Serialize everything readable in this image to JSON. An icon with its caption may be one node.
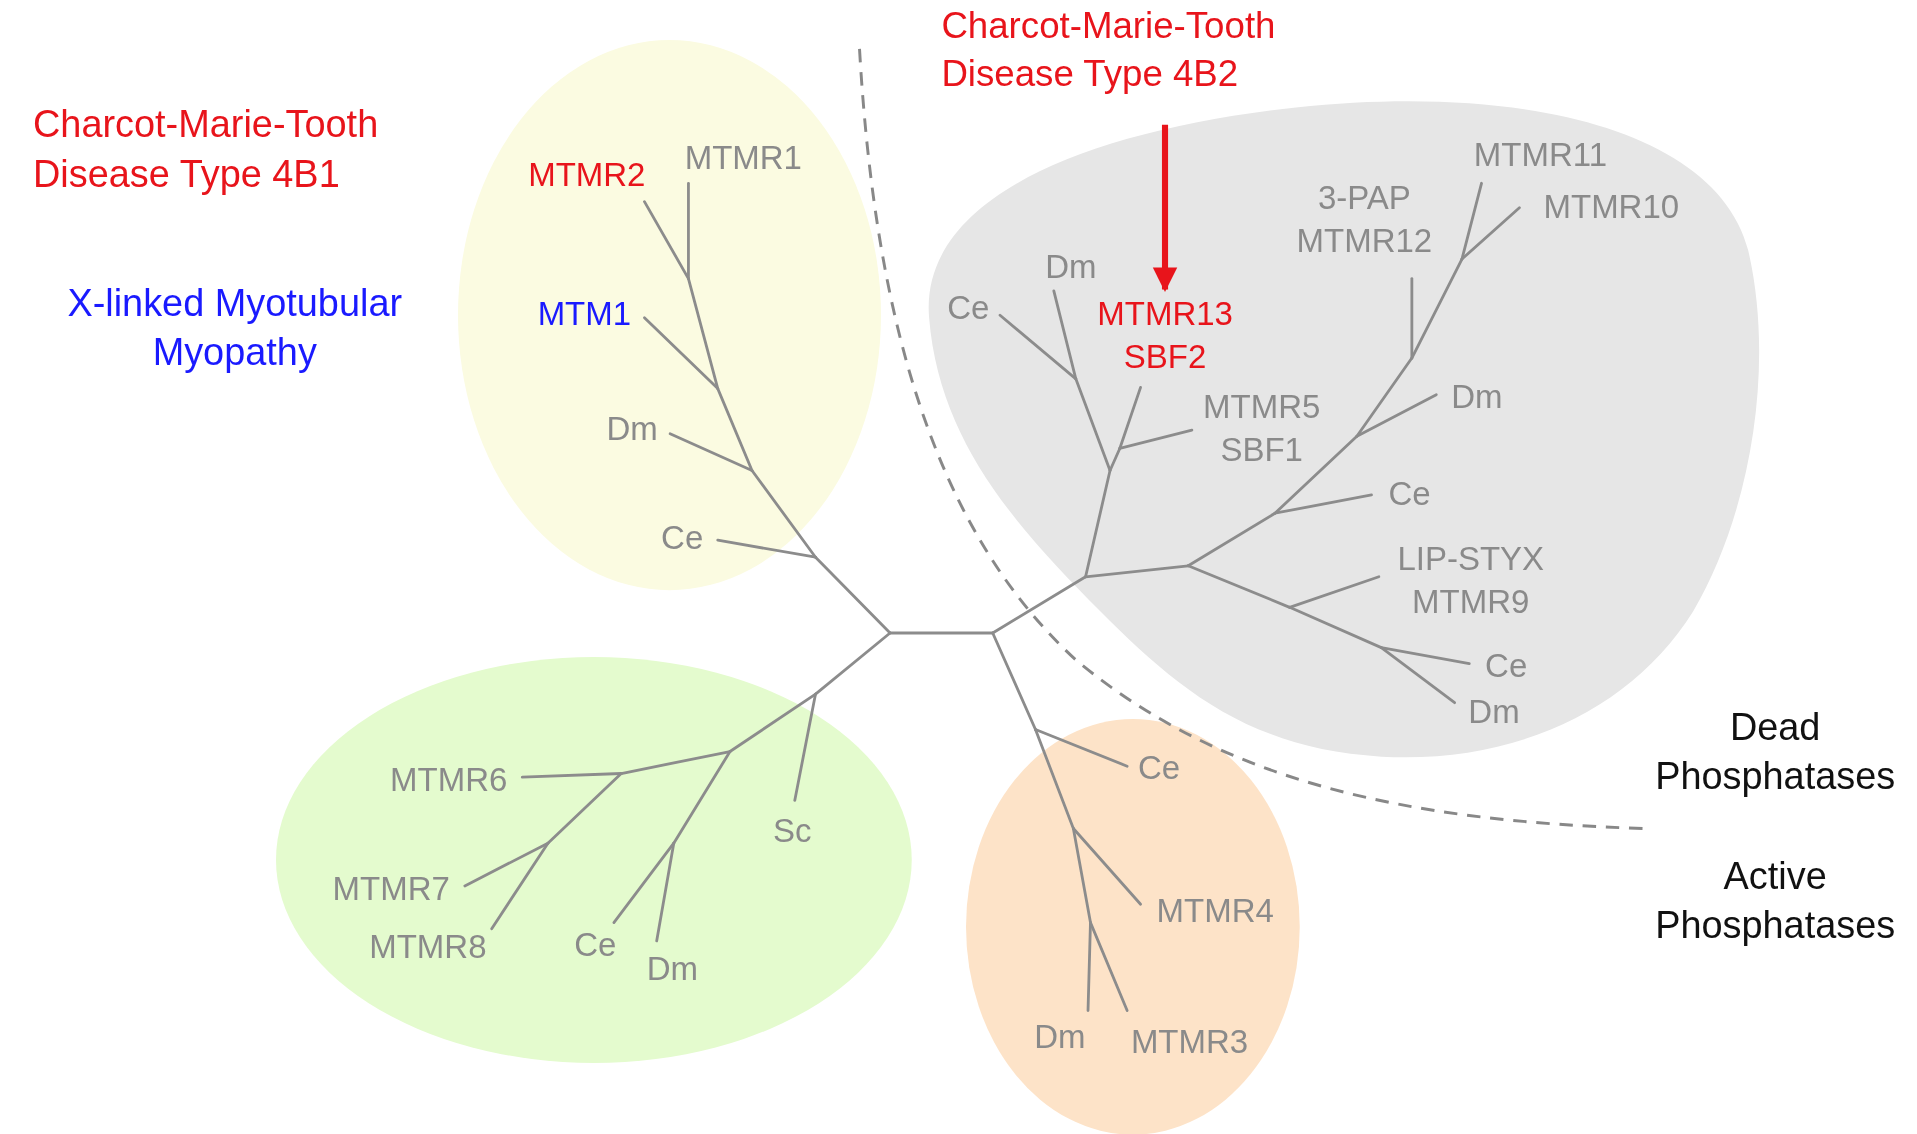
{
  "diagram": {
    "nodes": [
      {
        "text": [],
        "shape": "ellipse"
      },
      {
        "text": [
          "MTMR2"
        ],
        "in": 0
      },
      {
        "text": [
          "MTMR1"
        ],
        "in": 0
      },
      {
        "text": [
          "MTM1"
        ],
        "in": 0
      },
      {
        "text": [
          "Dm"
        ],
        "in": 0
      },
      {
        "text": [
          "Ce"
        ],
        "in": 0
      },
      {
        "text": [],
        "shape": "blob"
      },
      {
        "text": [
          "Dm"
        ],
        "in": 6
      },
      {
        "text": [
          "Ce"
        ],
        "in": 6
      },
      {
        "text": [
          "MTMR13 SBF2"
        ],
        "in": 6
      },
      {
        "text": [
          "MTMR5 SBF1"
        ],
        "in": 6
      },
      {
        "text": [
          "3-PAP MTMR12"
        ],
        "in": 6
      },
      {
        "text": [
          "MTMR11"
        ],
        "in": 6
      },
      {
        "text": [
          "MTMR10"
        ],
        "in": 6
      },
      {
        "text": [
          "Dm"
        ],
        "in": 6
      },
      {
        "text": [
          "Ce"
        ],
        "in": 6
      },
      {
        "text": [
          "LIP-STYX MTMR9"
        ],
        "in": 6
      },
      {
        "text": [
          "Ce"
        ],
        "in": 6
      },
      {
        "text": [
          "Dm"
        ],
        "in": 6
      },
      {
        "text": [],
        "shape": "ellipse"
      },
      {
        "text": [
          "MTMR6"
        ],
        "in": 19
      },
      {
        "text": [
          "MTMR7"
        ],
        "in": 19
      },
      {
        "text": [
          "MTMR8"
        ],
        "in": 19
      },
      {
        "text": [
          "Ce"
        ],
        "in": 19
      },
      {
        "text": [
          "Dm"
        ],
        "in": 19
      },
      {
        "text": [
          "Sc"
        ],
        "in": 19
      },
      {
        "text": [],
        "shape": "ellipse"
      },
      {
        "text": [
          "Ce"
        ],
        "in": 26
      },
      {
        "text": [
          "MTMR4"
        ],
        "in": 26
      },
      {
        "text": [
          "Dm"
        ],
        "in": 26
      },
      {
        "text": [
          "MTMR3"
        ],
        "in": 26
      },
      {
        "text": [
          "Charcot-Marie-Tooth Disease Type 4B2"
        ]
      }
    ],
    "edges": [
      {
        "from": 31,
        "to": 9,
        "arrow": "to",
        "color": "#e8141b"
      }
    ],
    "labels": [
      "Charcot-Marie-Tooth Disease Type 4B1",
      "X-linked Myotubular Myopathy",
      "Dead Phosphatases",
      "Active Phosphatases"
    ]
  }
}
